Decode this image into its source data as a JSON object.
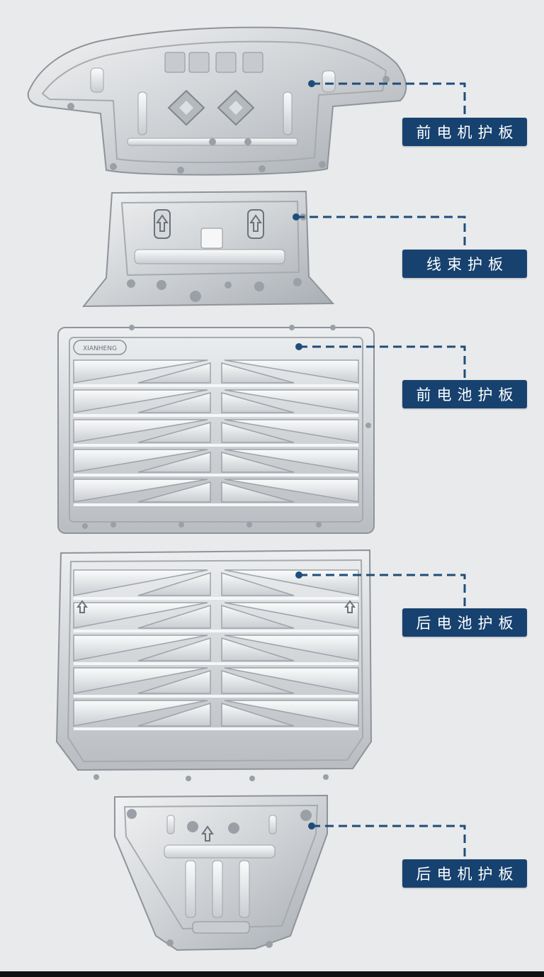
{
  "colors": {
    "background": "#e9eaec",
    "label_bg": "#17426f",
    "leader_line": "#1f4d7a",
    "metal_light": "#e6e8ea",
    "metal_mid": "#c4c8cc",
    "metal_dark": "#8f959b"
  },
  "parts": [
    {
      "label": "前电机护板"
    },
    {
      "label": "线束护板"
    },
    {
      "label": "前电池护板"
    },
    {
      "label": "后电池护板"
    },
    {
      "label": "后电机护板"
    }
  ],
  "logo_text": "XIANHENG"
}
